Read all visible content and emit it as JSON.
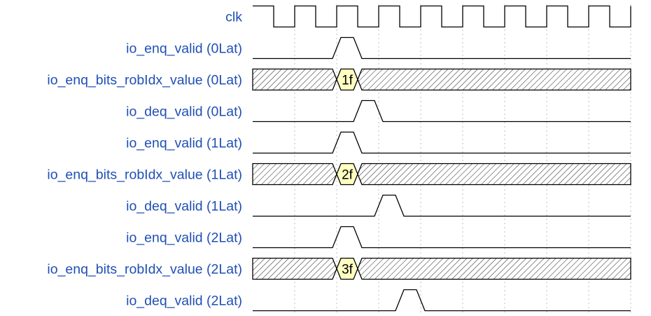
{
  "signals": [
    {
      "name": "clk",
      "type": "clock",
      "period": 2,
      "start": 0
    },
    {
      "name": "io_enq_valid (0Lat)",
      "type": "bit",
      "levels": [
        0,
        0,
        0,
        0,
        1,
        0,
        0,
        0,
        0,
        0,
        0,
        0,
        0,
        0,
        0,
        0,
        0,
        0
      ]
    },
    {
      "name": "io_enq_bits_robIdx_value (0Lat)",
      "type": "bus",
      "segments": [
        {
          "from": 0,
          "to": 4,
          "kind": "x"
        },
        {
          "from": 4,
          "to": 5,
          "kind": "value",
          "label": "1f"
        },
        {
          "from": 5,
          "to": 18,
          "kind": "x"
        }
      ]
    },
    {
      "name": "io_deq_valid (0Lat)",
      "type": "bit",
      "levels": [
        0,
        0,
        0,
        0,
        0,
        1,
        0,
        0,
        0,
        0,
        0,
        0,
        0,
        0,
        0,
        0,
        0,
        0
      ]
    },
    {
      "name": "io_enq_valid (1Lat)",
      "type": "bit",
      "levels": [
        0,
        0,
        0,
        0,
        1,
        0,
        0,
        0,
        0,
        0,
        0,
        0,
        0,
        0,
        0,
        0,
        0,
        0
      ]
    },
    {
      "name": "io_enq_bits_robIdx_value (1Lat)",
      "type": "bus",
      "segments": [
        {
          "from": 0,
          "to": 4,
          "kind": "x"
        },
        {
          "from": 4,
          "to": 5,
          "kind": "value",
          "label": "2f"
        },
        {
          "from": 5,
          "to": 18,
          "kind": "x"
        }
      ]
    },
    {
      "name": "io_deq_valid (1Lat)",
      "type": "bit",
      "levels": [
        0,
        0,
        0,
        0,
        0,
        0,
        1,
        0,
        0,
        0,
        0,
        0,
        0,
        0,
        0,
        0,
        0,
        0
      ]
    },
    {
      "name": "io_enq_valid (2Lat)",
      "type": "bit",
      "levels": [
        0,
        0,
        0,
        0,
        1,
        0,
        0,
        0,
        0,
        0,
        0,
        0,
        0,
        0,
        0,
        0,
        0,
        0
      ]
    },
    {
      "name": "io_enq_bits_robIdx_value (2Lat)",
      "type": "bus",
      "segments": [
        {
          "from": 0,
          "to": 4,
          "kind": "x"
        },
        {
          "from": 4,
          "to": 5,
          "kind": "value",
          "label": "3f"
        },
        {
          "from": 5,
          "to": 18,
          "kind": "x"
        }
      ]
    },
    {
      "name": "io_deq_valid (2Lat)",
      "type": "bit",
      "levels": [
        0,
        0,
        0,
        0,
        0,
        0,
        0,
        1,
        0,
        0,
        0,
        0,
        0,
        0,
        0,
        0,
        0,
        0
      ]
    }
  ],
  "colors": {
    "label": "#1f4fb5",
    "wave": "#000000",
    "bus_value_fill": "#ffffc2",
    "grid": "#bfbfbf"
  }
}
